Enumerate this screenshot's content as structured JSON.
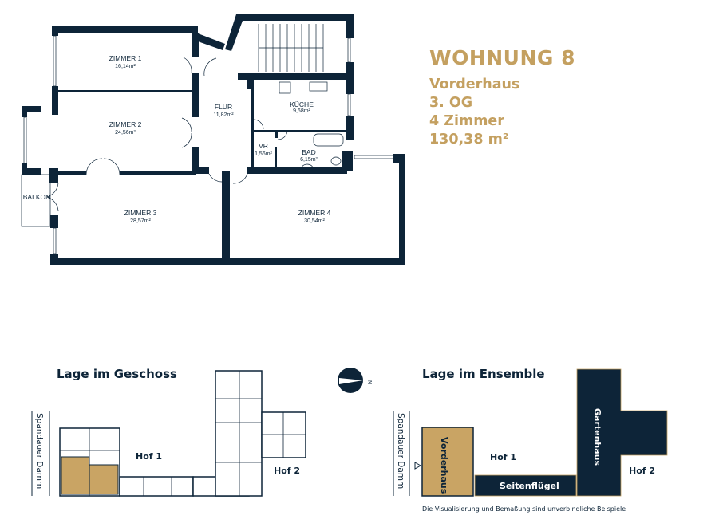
{
  "apartment": {
    "title": "WOHNUNG 8",
    "building": "Vorderhaus",
    "floor": "3. OG",
    "rooms_count": "4 Zimmer",
    "area": "130,38 m²"
  },
  "rooms": [
    {
      "name": "ZIMMER 1",
      "area": "16,14m²"
    },
    {
      "name": "ZIMMER 2",
      "area": "24,56m²"
    },
    {
      "name": "ZIMMER 3",
      "area": "28,57m²"
    },
    {
      "name": "ZIMMER 4",
      "area": "30,54m²"
    },
    {
      "name": "FLUR",
      "area": "11,82m²"
    },
    {
      "name": "KÜCHE",
      "area": "9,68m²"
    },
    {
      "name": "VR",
      "area": "1,56m²"
    },
    {
      "name": "BAD",
      "area": "6,15m²"
    },
    {
      "name": "BALKON"
    }
  ],
  "floor_location": {
    "title": "Lage im Geschoss",
    "street": "Spandauer Damm",
    "courtyards": [
      "Hof 1",
      "Hof 2"
    ],
    "compass": "N"
  },
  "ensemble": {
    "title": "Lage im Ensemble",
    "street": "Spandauer Damm",
    "buildings": [
      "Vorderhaus",
      "Seitenflügel",
      "Gartenhaus"
    ],
    "courtyards": [
      "Hof 1",
      "Hof 2"
    ]
  },
  "disclaimer": "Die Visualisierung und Bemaßung sind unverbindliche Beispiele",
  "colors": {
    "navy": "#0d2438",
    "gold": "#c4a060",
    "highlight": "#c9a464"
  }
}
